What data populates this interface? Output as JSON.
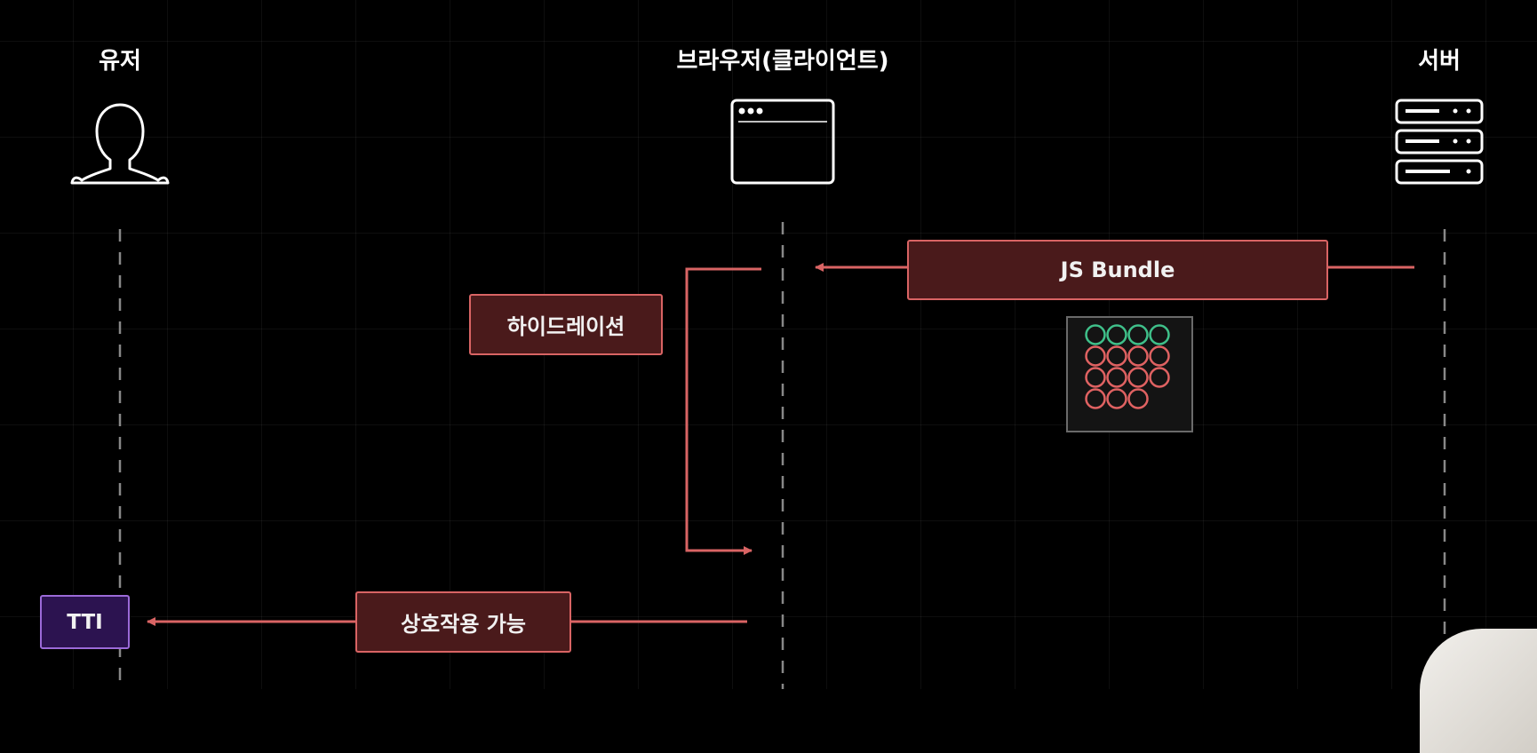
{
  "actors": {
    "user": "유저",
    "browser": "브라우저(클라이언트)",
    "server": "서버"
  },
  "icons": {
    "user": "user-silhouette-icon",
    "browser": "browser-window-icon",
    "server": "server-rack-icon"
  },
  "messages": {
    "js_bundle": "JS Bundle",
    "hydration": "하이드레이션",
    "interactive": "상호작용 가능",
    "tti": "TTI"
  },
  "colors": {
    "background": "#000000",
    "arrow": "#d96464",
    "box_fill": "#4a1a1b",
    "box_border": "#d96464",
    "tti_fill": "#2c1350",
    "tti_border": "#9b6ad8",
    "circle_green": "#3fc08a",
    "circle_red": "#e06262"
  },
  "bundle_circles": [
    [
      "green",
      "green",
      "green",
      "green"
    ],
    [
      "red",
      "red",
      "red",
      "red"
    ],
    [
      "red",
      "red",
      "red",
      "red"
    ],
    [
      "red",
      "red",
      "red"
    ]
  ]
}
